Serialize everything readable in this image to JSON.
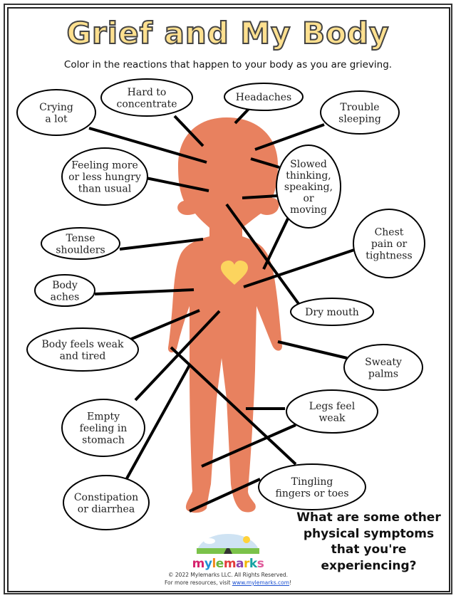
{
  "title": "Grief and My Body",
  "subtitle": "Color in the reactions that happen to your body as you are grieving.",
  "colors": {
    "body": "#E8815F",
    "heart": "#FCD45E",
    "title_fill": "#FEE08F"
  },
  "reactions": [
    {
      "id": "crying",
      "lines": [
        "Crying",
        "a lot"
      ]
    },
    {
      "id": "hard-to-concentrate",
      "lines": [
        "Hard to",
        "concentrate"
      ]
    },
    {
      "id": "headaches",
      "lines": [
        "Headaches"
      ]
    },
    {
      "id": "trouble-sleeping",
      "lines": [
        "Trouble",
        "sleeping"
      ]
    },
    {
      "id": "hungry",
      "lines": [
        "Feeling more",
        "or less hungry",
        "than usual"
      ]
    },
    {
      "id": "slowed",
      "lines": [
        "Slowed",
        "thinking,",
        "speaking,",
        "or",
        "moving"
      ]
    },
    {
      "id": "tense-shoulders",
      "lines": [
        "Tense",
        "shoulders"
      ]
    },
    {
      "id": "chest-pain",
      "lines": [
        "Chest",
        "pain or",
        "tightness"
      ]
    },
    {
      "id": "body-aches",
      "lines": [
        "Body",
        "aches"
      ]
    },
    {
      "id": "dry-mouth",
      "lines": [
        "Dry mouth"
      ]
    },
    {
      "id": "weak-tired",
      "lines": [
        "Body feels weak",
        "and tired"
      ]
    },
    {
      "id": "sweaty-palms",
      "lines": [
        "Sweaty",
        "palms"
      ]
    },
    {
      "id": "legs-weak",
      "lines": [
        "Legs feel",
        "weak"
      ]
    },
    {
      "id": "empty-stomach",
      "lines": [
        "Empty",
        "feeling in",
        "stomach"
      ]
    },
    {
      "id": "tingling",
      "lines": [
        "Tingling",
        "fingers or toes"
      ]
    },
    {
      "id": "constipation",
      "lines": [
        "Constipation",
        "or diarrhea"
      ]
    }
  ],
  "question": "What are some other physical symptoms that you're experiencing?",
  "footer": {
    "logo_text": "mylemarks",
    "copyright": "© 2022 Mylemarks LLC. All Rights Reserved.",
    "resources_prefix": "For more resources, visit ",
    "link": "www.mylemarks.com",
    "suffix": "!"
  }
}
